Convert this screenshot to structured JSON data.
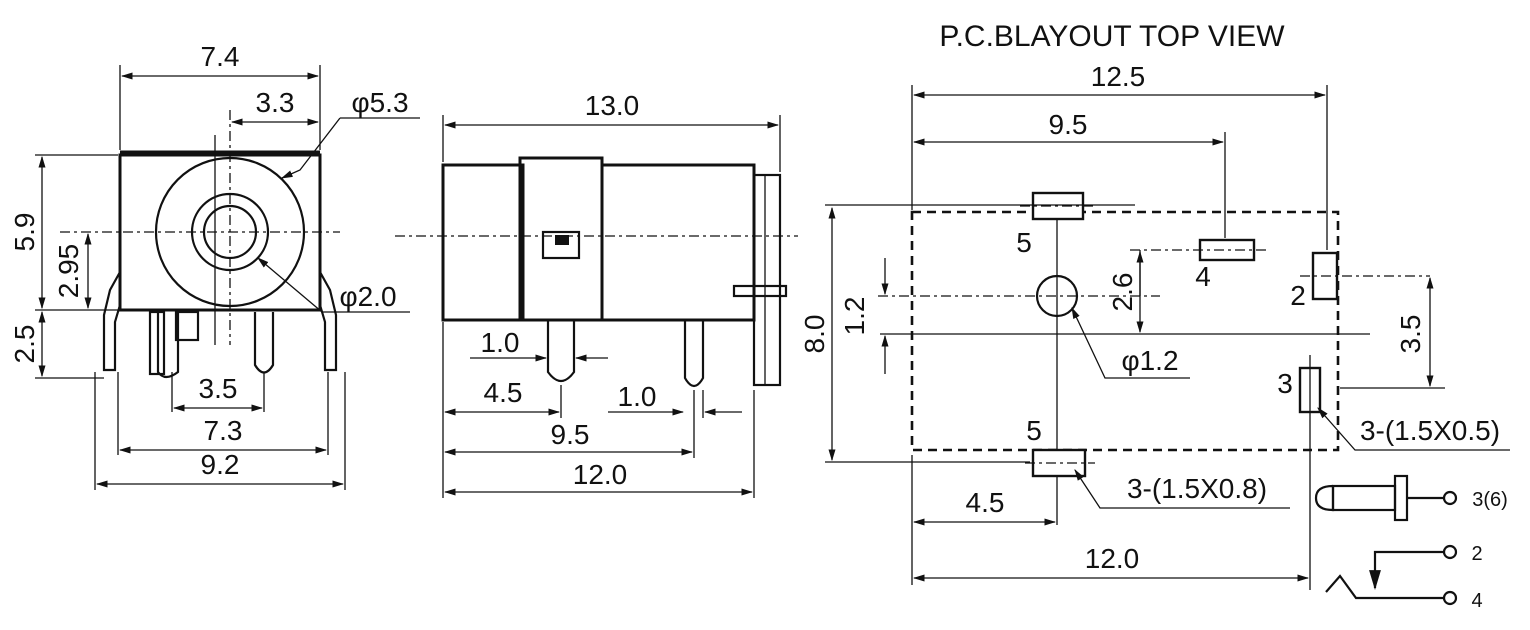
{
  "title": "P.C.BLAYOUT TOP VIEW",
  "front_view": {
    "width_top": "7.4",
    "offset_top": "3.3",
    "outer_diameter": "φ5.3",
    "height_total": "5.9",
    "center_height": "2.95",
    "pin_height": "2.5",
    "inner_diameter": "φ2.0",
    "pin_spacing": "3.5",
    "width_mid": "7.3",
    "width_bottom": "9.2"
  },
  "side_view": {
    "length_top": "13.0",
    "pin_width_a": "1.0",
    "pin_pos_a": "4.5",
    "pin_width_b": "1.0",
    "pin_pos_b": "9.5",
    "length_bottom": "12.0"
  },
  "pcb_layout": {
    "width_top": "12.5",
    "pos_95": "9.5",
    "height": "8.0",
    "hole_offset": "1.2",
    "pad4_offset": "2.6",
    "pad_spacing_right": "3.5",
    "hole_diameter": "φ1.2",
    "pad_note_right": "3-(1.5X0.5)",
    "pad_note_bottom": "3-(1.5X0.8)",
    "pos_45": "4.5",
    "width_bottom": "12.0",
    "pin_labels": {
      "p5_top": "5",
      "p4": "4",
      "p2": "2",
      "p3": "3",
      "p5_bottom": "5"
    }
  },
  "schematic": {
    "term_3_6": "3(6)",
    "term_2": "2",
    "term_4": "4"
  }
}
